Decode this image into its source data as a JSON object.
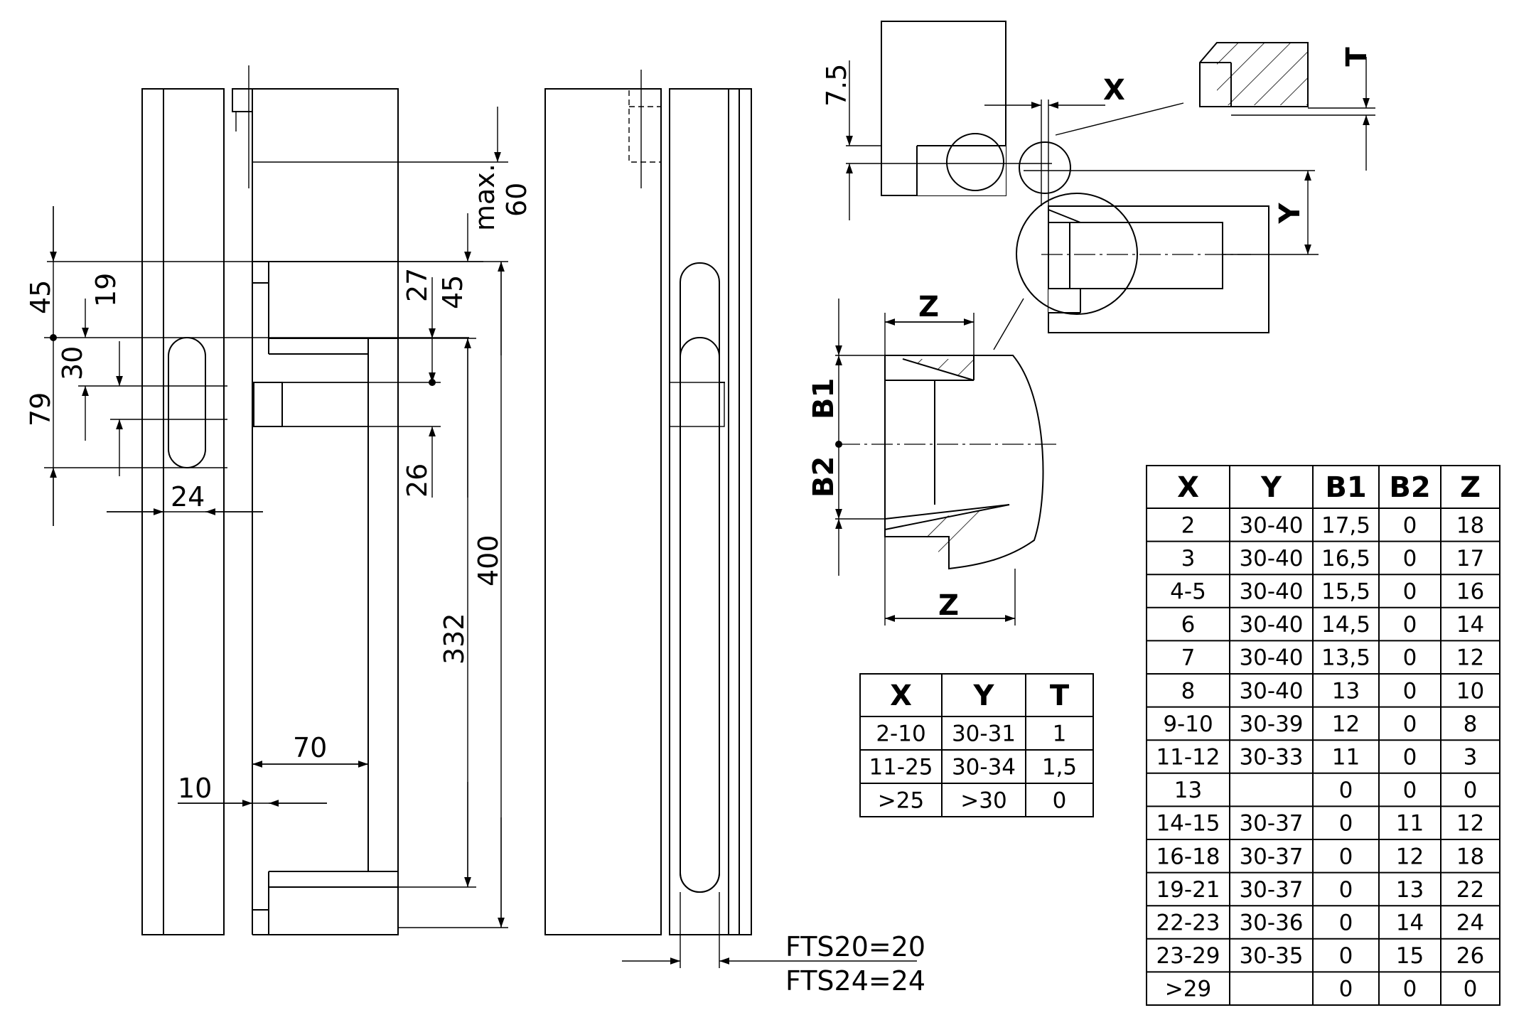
{
  "drawing": {
    "dims_left": {
      "d45_left": "45",
      "d19": "19",
      "d30": "30",
      "d79": "79",
      "d24": "24",
      "d10": "10",
      "d70": "70",
      "max_label": "max.",
      "d60": "60",
      "d27": "27",
      "d45_right": "45",
      "d26": "26",
      "d400": "400",
      "d332": "332"
    },
    "fts": {
      "line1": "FTS20=20",
      "line2": "FTS24=24"
    },
    "detail_labels": {
      "d7_5": "7.5",
      "x": "X",
      "t": "T",
      "y": "Y",
      "z_top": "Z",
      "z_bottom": "Z",
      "b1": "B1",
      "b2": "B2"
    }
  },
  "table_small": {
    "headers": [
      "X",
      "Y",
      "T"
    ],
    "rows": [
      [
        "2-10",
        "30-31",
        "1"
      ],
      [
        "11-25",
        "30-34",
        "1,5"
      ],
      [
        ">25",
        ">30",
        "0"
      ]
    ]
  },
  "table_large": {
    "headers": [
      "X",
      "Y",
      "B1",
      "B2",
      "Z"
    ],
    "rows": [
      [
        "2",
        "30-40",
        "17,5",
        "0",
        "18"
      ],
      [
        "3",
        "30-40",
        "16,5",
        "0",
        "17"
      ],
      [
        "4-5",
        "30-40",
        "15,5",
        "0",
        "16"
      ],
      [
        "6",
        "30-40",
        "14,5",
        "0",
        "14"
      ],
      [
        "7",
        "30-40",
        "13,5",
        "0",
        "12"
      ],
      [
        "8",
        "30-40",
        "13",
        "0",
        "10"
      ],
      [
        "9-10",
        "30-39",
        "12",
        "0",
        "8"
      ],
      [
        "11-12",
        "30-33",
        "11",
        "0",
        "3"
      ],
      [
        "13",
        "",
        "0",
        "0",
        "0"
      ],
      [
        "14-15",
        "30-37",
        "0",
        "11",
        "12"
      ],
      [
        "16-18",
        "30-37",
        "0",
        "12",
        "18"
      ],
      [
        "19-21",
        "30-37",
        "0",
        "13",
        "22"
      ],
      [
        "22-23",
        "30-36",
        "0",
        "14",
        "24"
      ],
      [
        "23-29",
        "30-35",
        "0",
        "15",
        "26"
      ],
      [
        ">29",
        "",
        "0",
        "0",
        "0"
      ]
    ]
  }
}
